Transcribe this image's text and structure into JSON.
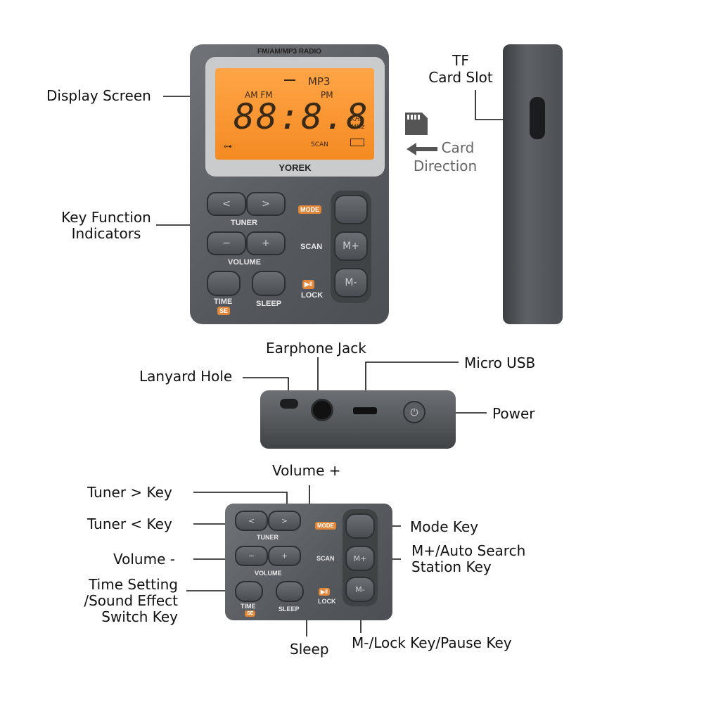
{
  "device": {
    "top_label": "FM/AM/MP3 RADIO",
    "brand": "YOREK",
    "lcd": {
      "mp3": "MP3",
      "am_fm": "AM FM",
      "pm": "PM",
      "digits": "88:8.8",
      "khz": "KHz",
      "mhz": "MHz",
      "scan": "SCAN"
    },
    "keys": {
      "tuner": "TUNER",
      "volume": "VOLUME",
      "mode": "MODE",
      "scan": "SCAN",
      "time": "TIME",
      "se": "SE",
      "sleep": "SLEEP",
      "lock": "LOCK",
      "left": "<",
      "right": ">",
      "minus": "−",
      "plus": "+",
      "m_plus": "M+",
      "m_minus": "M-"
    }
  },
  "labels": {
    "display_screen": "Display Screen",
    "key_function_line1": "Key Function",
    "key_function_line2": "Indicators",
    "tf_line1": "TF",
    "tf_line2": "Card Slot",
    "card_line1": "Card",
    "card_line2": "Direction",
    "earphone_jack": "Earphone Jack",
    "lanyard_hole": "Lanyard Hole",
    "micro_usb": "Micro USB",
    "power": "Power",
    "volume_plus": "Volume +",
    "tuner_right": "Tuner > Key",
    "tuner_left": "Tuner < Key",
    "volume_minus": "Volume -",
    "time_line1": "Time Setting",
    "time_line2": "/Sound Effect",
    "time_line3": "Switch Key",
    "sleep": "Sleep",
    "mode_key": "Mode Key",
    "mplus_line1": "M+/Auto Search",
    "mplus_line2": "Station Key",
    "mminus": "M-/Lock Key/Pause Key"
  },
  "colors": {
    "lcd": "#f48a22",
    "body": "#55595d",
    "accent": "#e0873a"
  }
}
